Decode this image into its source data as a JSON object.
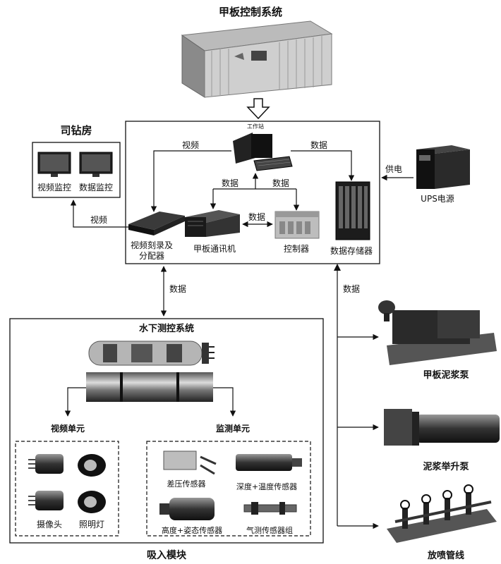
{
  "deck": {
    "title": "甲板控制系统",
    "workstation": "工作站"
  },
  "driller_room": {
    "title": "司钻房",
    "monitor_video": "视频监控",
    "monitor_data": "数据监控"
  },
  "control_box": {
    "recorder": [
      "视频刻录及",
      "分配器"
    ],
    "comm": "甲板通讯机",
    "controller": "控制器",
    "storage": "数据存储器"
  },
  "ups": {
    "label": "UPS电源",
    "supply": "供电"
  },
  "flows": {
    "video": "视频",
    "data": "数据"
  },
  "subsea": {
    "title": "水下测控系统",
    "video_unit": "视频单元",
    "monitor_unit": "监测单元",
    "camera": "摄像头",
    "light": "照明灯",
    "sensor_dp": "差压传感器",
    "sensor_depth_temp": "深度+温度传感器",
    "sensor_height_attitude": "高度+姿态传感器",
    "sensor_gas": "气测传感器组"
  },
  "module": "吸入模块",
  "equipment": {
    "mud_pump": "甲板泥浆泵",
    "lift_pump": "泥浆举升泵",
    "manifold": "放喷管线"
  }
}
